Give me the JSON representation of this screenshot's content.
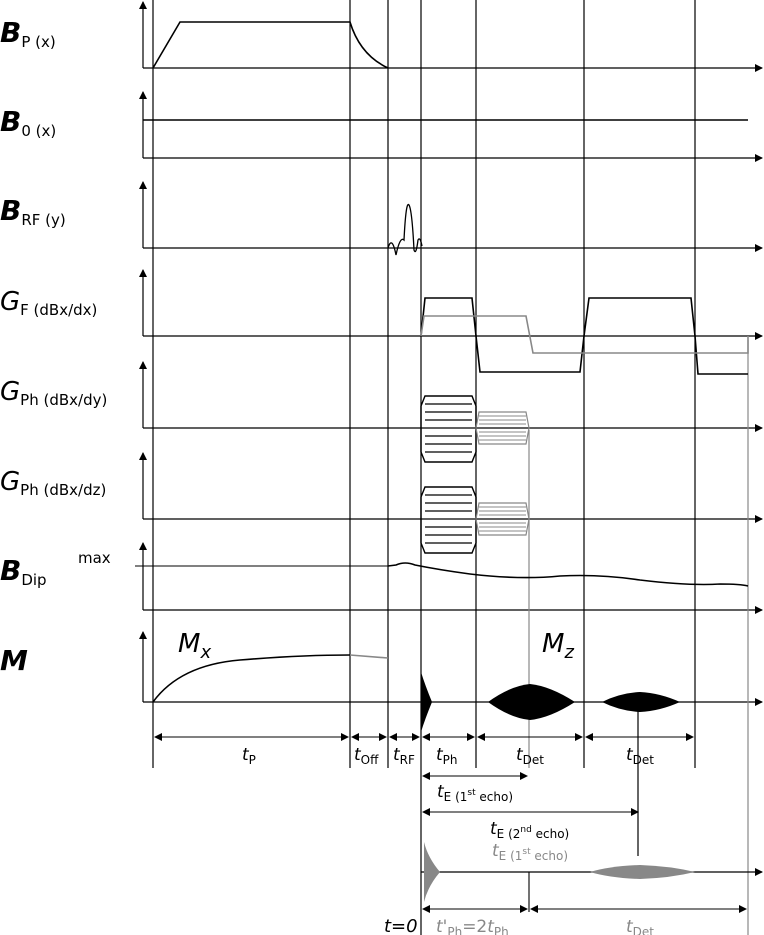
{
  "rows": [
    {
      "key": "bp",
      "sym": "B",
      "sub": "P (x)",
      "bold": true
    },
    {
      "key": "b0",
      "sym": "B",
      "sub": "0 (x)",
      "bold": true
    },
    {
      "key": "brf",
      "sym": "B",
      "sub": "RF (y)",
      "bold": true
    },
    {
      "key": "gf",
      "sym": "G",
      "sub": "F (dBx/dx)",
      "bold": false
    },
    {
      "key": "gph1",
      "sym": "G",
      "sub": "Ph (dBx/dy)",
      "bold": false
    },
    {
      "key": "gph2",
      "sym": "G",
      "sub": "Ph (dBx/dz)",
      "bold": false
    },
    {
      "key": "bdip",
      "sym": "B",
      "sub": "Dip",
      "bold": true
    },
    {
      "key": "m",
      "sym": "M",
      "sub": "",
      "bold": true
    }
  ],
  "labels": {
    "max": "max",
    "mx": "Mx",
    "mz": "Mz",
    "t_zero": "t=0"
  },
  "intervals": [
    {
      "key": "tp",
      "t": "t",
      "s": "P"
    },
    {
      "key": "toff",
      "t": "t",
      "s": "Off"
    },
    {
      "key": "trf",
      "t": "t",
      "s": "RF"
    },
    {
      "key": "tph",
      "t": "t",
      "s": "Ph"
    },
    {
      "key": "tdet1",
      "t": "t",
      "s": "Det"
    },
    {
      "key": "tdet2",
      "t": "t",
      "s": "Det"
    }
  ],
  "echo_times": {
    "te1": {
      "t": "t",
      "s": "E (1",
      "sup": "st",
      "end": " echo)"
    },
    "te2": {
      "t": "t",
      "s": "E (2",
      "sup": "nd",
      "end": " echo)"
    },
    "te1_gray": {
      "t": "t",
      "s": "E (1",
      "sup": "st",
      "end": " echo)"
    }
  },
  "bottom": {
    "tph_prime": {
      "t": "t'",
      "s": "Ph",
      "eq": "=2",
      "t2": "t",
      "s2": "Ph"
    },
    "tdet": {
      "t": "t",
      "s": "Det"
    }
  },
  "colors": {
    "ink": "#000000",
    "secondary": "#888888"
  }
}
